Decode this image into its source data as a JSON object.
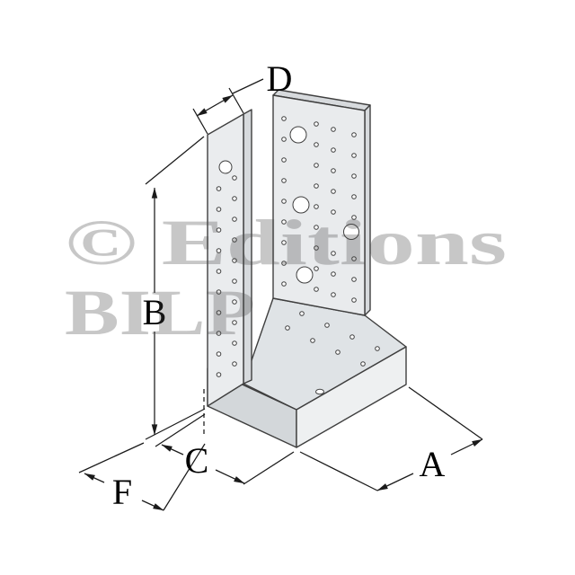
{
  "page": {
    "background_color": "#ffffff"
  },
  "watermark": {
    "line1": "© Editions",
    "line2": "BILP",
    "color": "#c9c9c9"
  },
  "dimensions": {
    "d": "D",
    "b": "B",
    "c": "C",
    "f": "F",
    "a": "A"
  },
  "style": {
    "outline_color": "#3f3f3f",
    "dimension_line_color": "#1a1a1a",
    "metal_fill_light": "#e9ebed",
    "metal_fill_mid": "#dfe3e6",
    "metal_fill_dark": "#d3d7da"
  }
}
